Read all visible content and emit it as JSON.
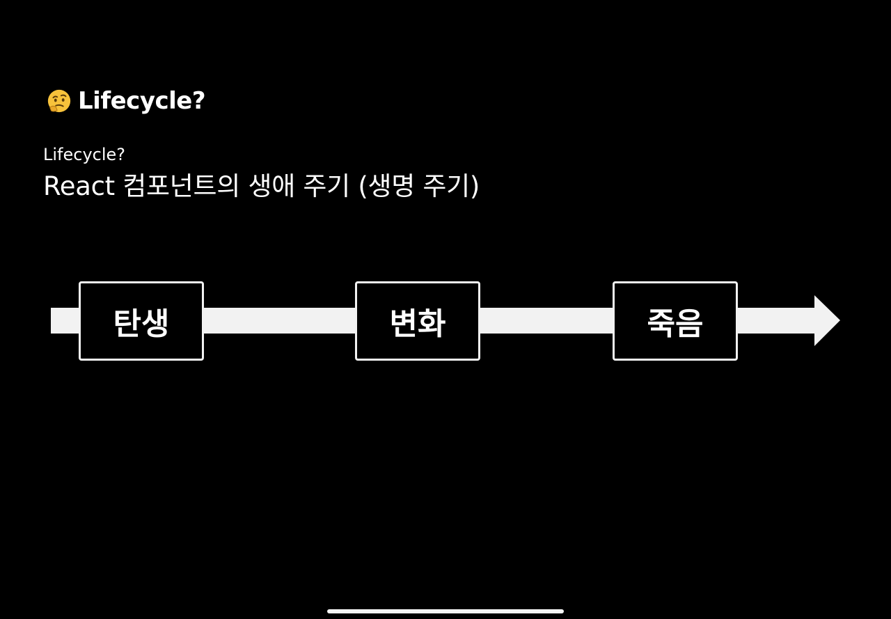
{
  "header": {
    "icon": "thinking-face-emoji",
    "title": "Lifecycle?"
  },
  "subtitle": {
    "small": "Lifecycle?",
    "large": "React 컴포넌트의 생애 주기 (생명 주기)"
  },
  "timeline": {
    "stages": [
      {
        "label": "탄생"
      },
      {
        "label": "변화"
      },
      {
        "label": "죽음"
      }
    ]
  },
  "colors": {
    "background": "#000000",
    "arrow": "#f2f2f2",
    "box_border": "#f2f2f2",
    "text": "#ffffff",
    "emoji_face": "#f7c23b"
  }
}
